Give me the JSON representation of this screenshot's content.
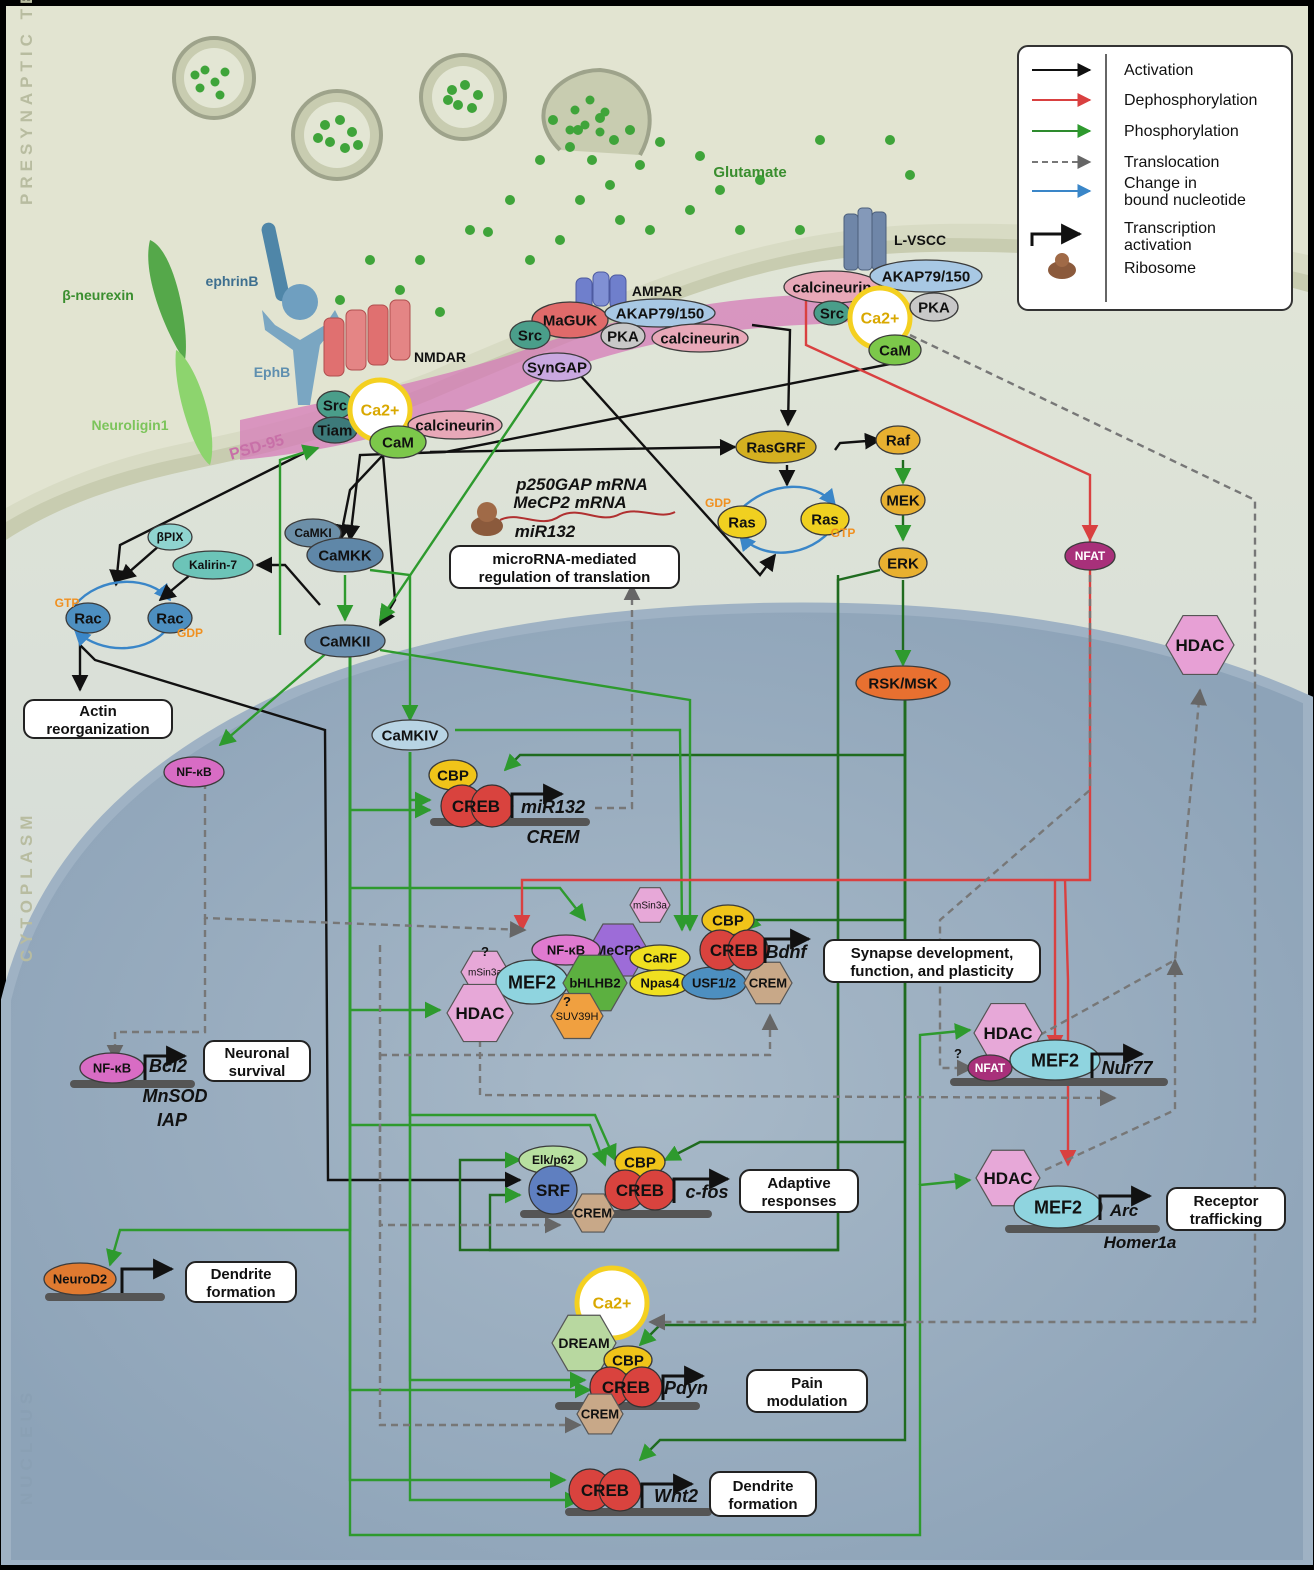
{
  "regions": {
    "presynaptic": "PRESYNAPTIC TERMINAL",
    "cytoplasm": "CYTOPLASM",
    "nucleus": "NUCLEUS"
  },
  "membrane": {
    "glutamate": "Glutamate",
    "beta_neurexin": "β-neurexin",
    "neuroligin": "Neuroligin1",
    "ephrinB": "ephrinB",
    "ephB": "EphB",
    "nmdar": "NMDAR",
    "psd95": "PSD-95",
    "ampar": "AMPAR",
    "lvscc": "L-VSCC"
  },
  "molecules": {
    "src": "Src",
    "tiam": "Tiam",
    "ca": "Ca2+",
    "cam": "CaM",
    "calcineurin": "calcineurin",
    "maguk": "MaGUK",
    "akap": "AKAP79/150",
    "pka": "PKA",
    "syngap": "SynGAP",
    "rasgrf": "RasGRF",
    "raf": "Raf",
    "mek": "MEK",
    "erk": "ERK",
    "ras": "Ras",
    "gdp": "GDP",
    "gtp": "GTP",
    "rsk": "RSK/MSK",
    "nfat": "NFAT",
    "hdac": "HDAC",
    "camki": "CaMKI",
    "camkk": "CaMKK",
    "camkii": "CaMKII",
    "camkiv": "CaMKIV",
    "bpix": "βPIX",
    "kalirin": "Kalirin-7",
    "rac": "Rac",
    "nfkb": "NF-κB",
    "cbp": "CBP",
    "creb": "CREB",
    "crem": "CREM",
    "msin3a": "mSin3a",
    "mecp2": "MeCP2",
    "mef2": "MEF2",
    "bhlhb2": "bHLHB2",
    "carf": "CaRF",
    "npas4": "Npas4",
    "usf": "USF1/2",
    "suv39h": "SUV39H",
    "question": "?",
    "elk": "Elk/p62",
    "srf": "SRF",
    "neurod2": "NeuroD2",
    "dream": "DREAM"
  },
  "genes": {
    "mir132": "miR132",
    "crem_gene": "CREM",
    "bdnf": "Bdnf",
    "bcl2": "Bcl2",
    "mnsod": "MnSOD",
    "iap": "IAP",
    "cfos": "c-fos",
    "nur77": "Nur77",
    "arc": "Arc",
    "homer1a": "Homer1a",
    "pdyn": "Pdyn",
    "wnt2": "Wnt2"
  },
  "mrna": {
    "p250": "p250GAP mRNA",
    "mecp2": "MeCP2 mRNA",
    "mir132": "miR132"
  },
  "outcomes": {
    "micro_1": "microRNA-mediated",
    "micro_2": "regulation of translation",
    "actin_1": "Actin",
    "actin_2": "reorganization",
    "synapse_1": "Synapse development,",
    "synapse_2": "function, and plasticity",
    "survival_1": "Neuronal",
    "survival_2": "survival",
    "adaptive_1": "Adaptive",
    "adaptive_2": "responses",
    "receptor_1": "Receptor",
    "receptor_2": "trafficking",
    "dendrite_1": "Dendrite",
    "dendrite_2": "formation",
    "pain_1": "Pain",
    "pain_2": "modulation"
  },
  "legend": [
    {
      "label": "Activation",
      "color": "#111111",
      "style": "solid"
    },
    {
      "label": "Dephosphorylation",
      "color": "#d94040",
      "style": "solid"
    },
    {
      "label": "Phosphorylation",
      "color": "#2e8b2e",
      "style": "solid"
    },
    {
      "label": "Translocation",
      "color": "#777777",
      "style": "dashed"
    },
    {
      "label": "Change in",
      "label2": "bound nucleotide",
      "color": "#3a86c8",
      "style": "solid"
    },
    {
      "label": "Transcription",
      "label2": "activation",
      "color": "#111111",
      "style": "bent"
    },
    {
      "label": "Ribosome",
      "color": "#8b5a3c",
      "style": "ribosome"
    }
  ],
  "colors": {
    "activation": "#111111",
    "dephosphorylation": "#d94040",
    "phosphorylation": "#2e9a2e",
    "translocation": "#777777",
    "nucleotide": "#3a86c8",
    "creb": "#d9433e",
    "cbp": "#f0c419",
    "hdac": "#e7a0d5",
    "mef2": "#8fd4df"
  }
}
